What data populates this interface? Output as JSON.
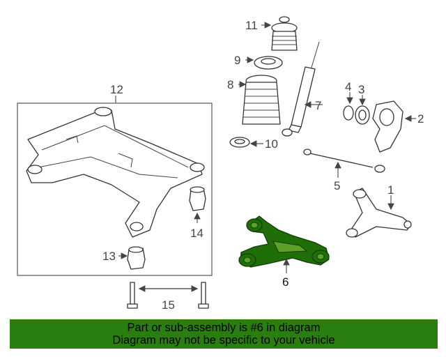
{
  "callouts": {
    "c1": "1",
    "c2": "2",
    "c3": "3",
    "c4": "4",
    "c5": "5",
    "c6": "6",
    "c7": "7",
    "c8": "8",
    "c9": "9",
    "c10": "10",
    "c11": "11",
    "c12": "12",
    "c13": "13",
    "c14": "14",
    "c15": "15"
  },
  "banner": {
    "line1": "Part or sub-assembly is #6 in diagram",
    "line2": "Diagram may not be specific to your vehicle"
  },
  "colors": {
    "highlight_part": "#1f6e08",
    "banner_background": "#2a7d0f"
  }
}
